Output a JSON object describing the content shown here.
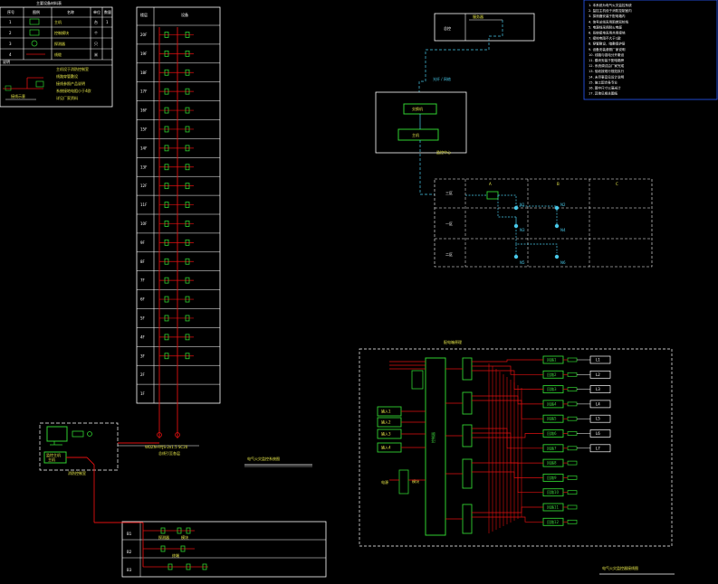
{
  "colors": {
    "background": "#000000",
    "frame": "#ffffff",
    "wire": "#e01010",
    "device": "#30d030",
    "signal": "#48c8e8",
    "note_border": "#2a5cff",
    "note_text": "#ffffff",
    "label": "#e8e84a"
  },
  "legend_table": {
    "title": "主要设备材料表",
    "headers": [
      "序号",
      "图例",
      "名称",
      "单位",
      "数量"
    ],
    "rows": [
      [
        "1",
        "",
        "主机",
        "台",
        "1"
      ],
      [
        "2",
        "",
        "控制模块",
        "个",
        ""
      ],
      [
        "3",
        "",
        "探测器",
        "只",
        ""
      ],
      [
        "4",
        "",
        "线缆",
        "米",
        ""
      ]
    ],
    "note_title": "说明",
    "note_lines": [
      "主机设于消防控制室",
      "线路穿管敷设",
      "接线参照产品说明",
      "系统接地电阻小于4欧",
      "详见厂家资料"
    ],
    "note_caption": "接线示意"
  },
  "riser": {
    "header": [
      "楼层",
      "设备"
    ],
    "floors": [
      "20F",
      "19F",
      "18F",
      "17F",
      "16F",
      "15F",
      "14F",
      "13F",
      "12F",
      "11F",
      "10F",
      "9F",
      "8F",
      "7F",
      "6F",
      "5F",
      "4F",
      "3F",
      "2F",
      "1F"
    ],
    "cable_label": "WDZN-RYJS-2x1.5 SC20",
    "cable_note": "总线引至各层",
    "title": "电气火灾监控系统图"
  },
  "control_room": {
    "monitor_label": "监控主机",
    "host_label": "主机",
    "caption": "消防控制室"
  },
  "basement_panel": {
    "rows": [
      "B1",
      "B2",
      "B3"
    ],
    "devices": [
      "探测器",
      "模块",
      "终端"
    ]
  },
  "network_diagram": {
    "top_left": "总控",
    "top_right": "服务器",
    "link_label": "光纤 / 网络",
    "device1": "交换机",
    "device2": "主机",
    "box_caption": "监控中心",
    "rows": [
      "一区",
      "二区",
      "三区"
    ],
    "cols": [
      "A",
      "B",
      "C"
    ],
    "node_labels": [
      "N1",
      "N2",
      "N3",
      "N4",
      "N5",
      "N6"
    ]
  },
  "notes_panel": {
    "lines": [
      "1. 本系统为电气火灾监控系统",
      "2. 监控主机设于消防控制室内",
      "3. 探测器安装于配电箱内",
      "4. 信号总线采用阻燃双绞线",
      "5. 电源线采用耐火电缆",
      "6. 系统接地采用共用接地",
      "7. 接地电阻不大于1欧",
      "8. 穿管敷设，暗敷保护层",
      "9. 设备安装参照厂家说明",
      "10. 线路与强电分开敷设",
      "11. 模块安装于配电箱旁",
      "12. 系统调试由厂家完成",
      "13. 验收按现行规范执行",
      "14. 未尽事宜见设计说明",
      "15. 施工配合各专业",
      "16. 图中尺寸以毫米计",
      "17. 其他见相关图纸"
    ]
  },
  "wiring_diagram": {
    "title": "配电箱原理",
    "input_labels": [
      "输入1",
      "输入2",
      "输入3",
      "输入4"
    ],
    "bus_label": "控制器",
    "aux_label": "电源",
    "relay_label": "模块",
    "output_labels": [
      "回路1",
      "回路2",
      "回路3",
      "回路4",
      "回路5",
      "回路6",
      "回路7",
      "回路8",
      "回路9",
      "回路10",
      "回路11",
      "回路12"
    ],
    "terminal_labels": [
      "L1",
      "L2",
      "L3",
      "L4",
      "L5",
      "L6",
      "L7"
    ],
    "caption": "电气火灾监控器接线图"
  }
}
